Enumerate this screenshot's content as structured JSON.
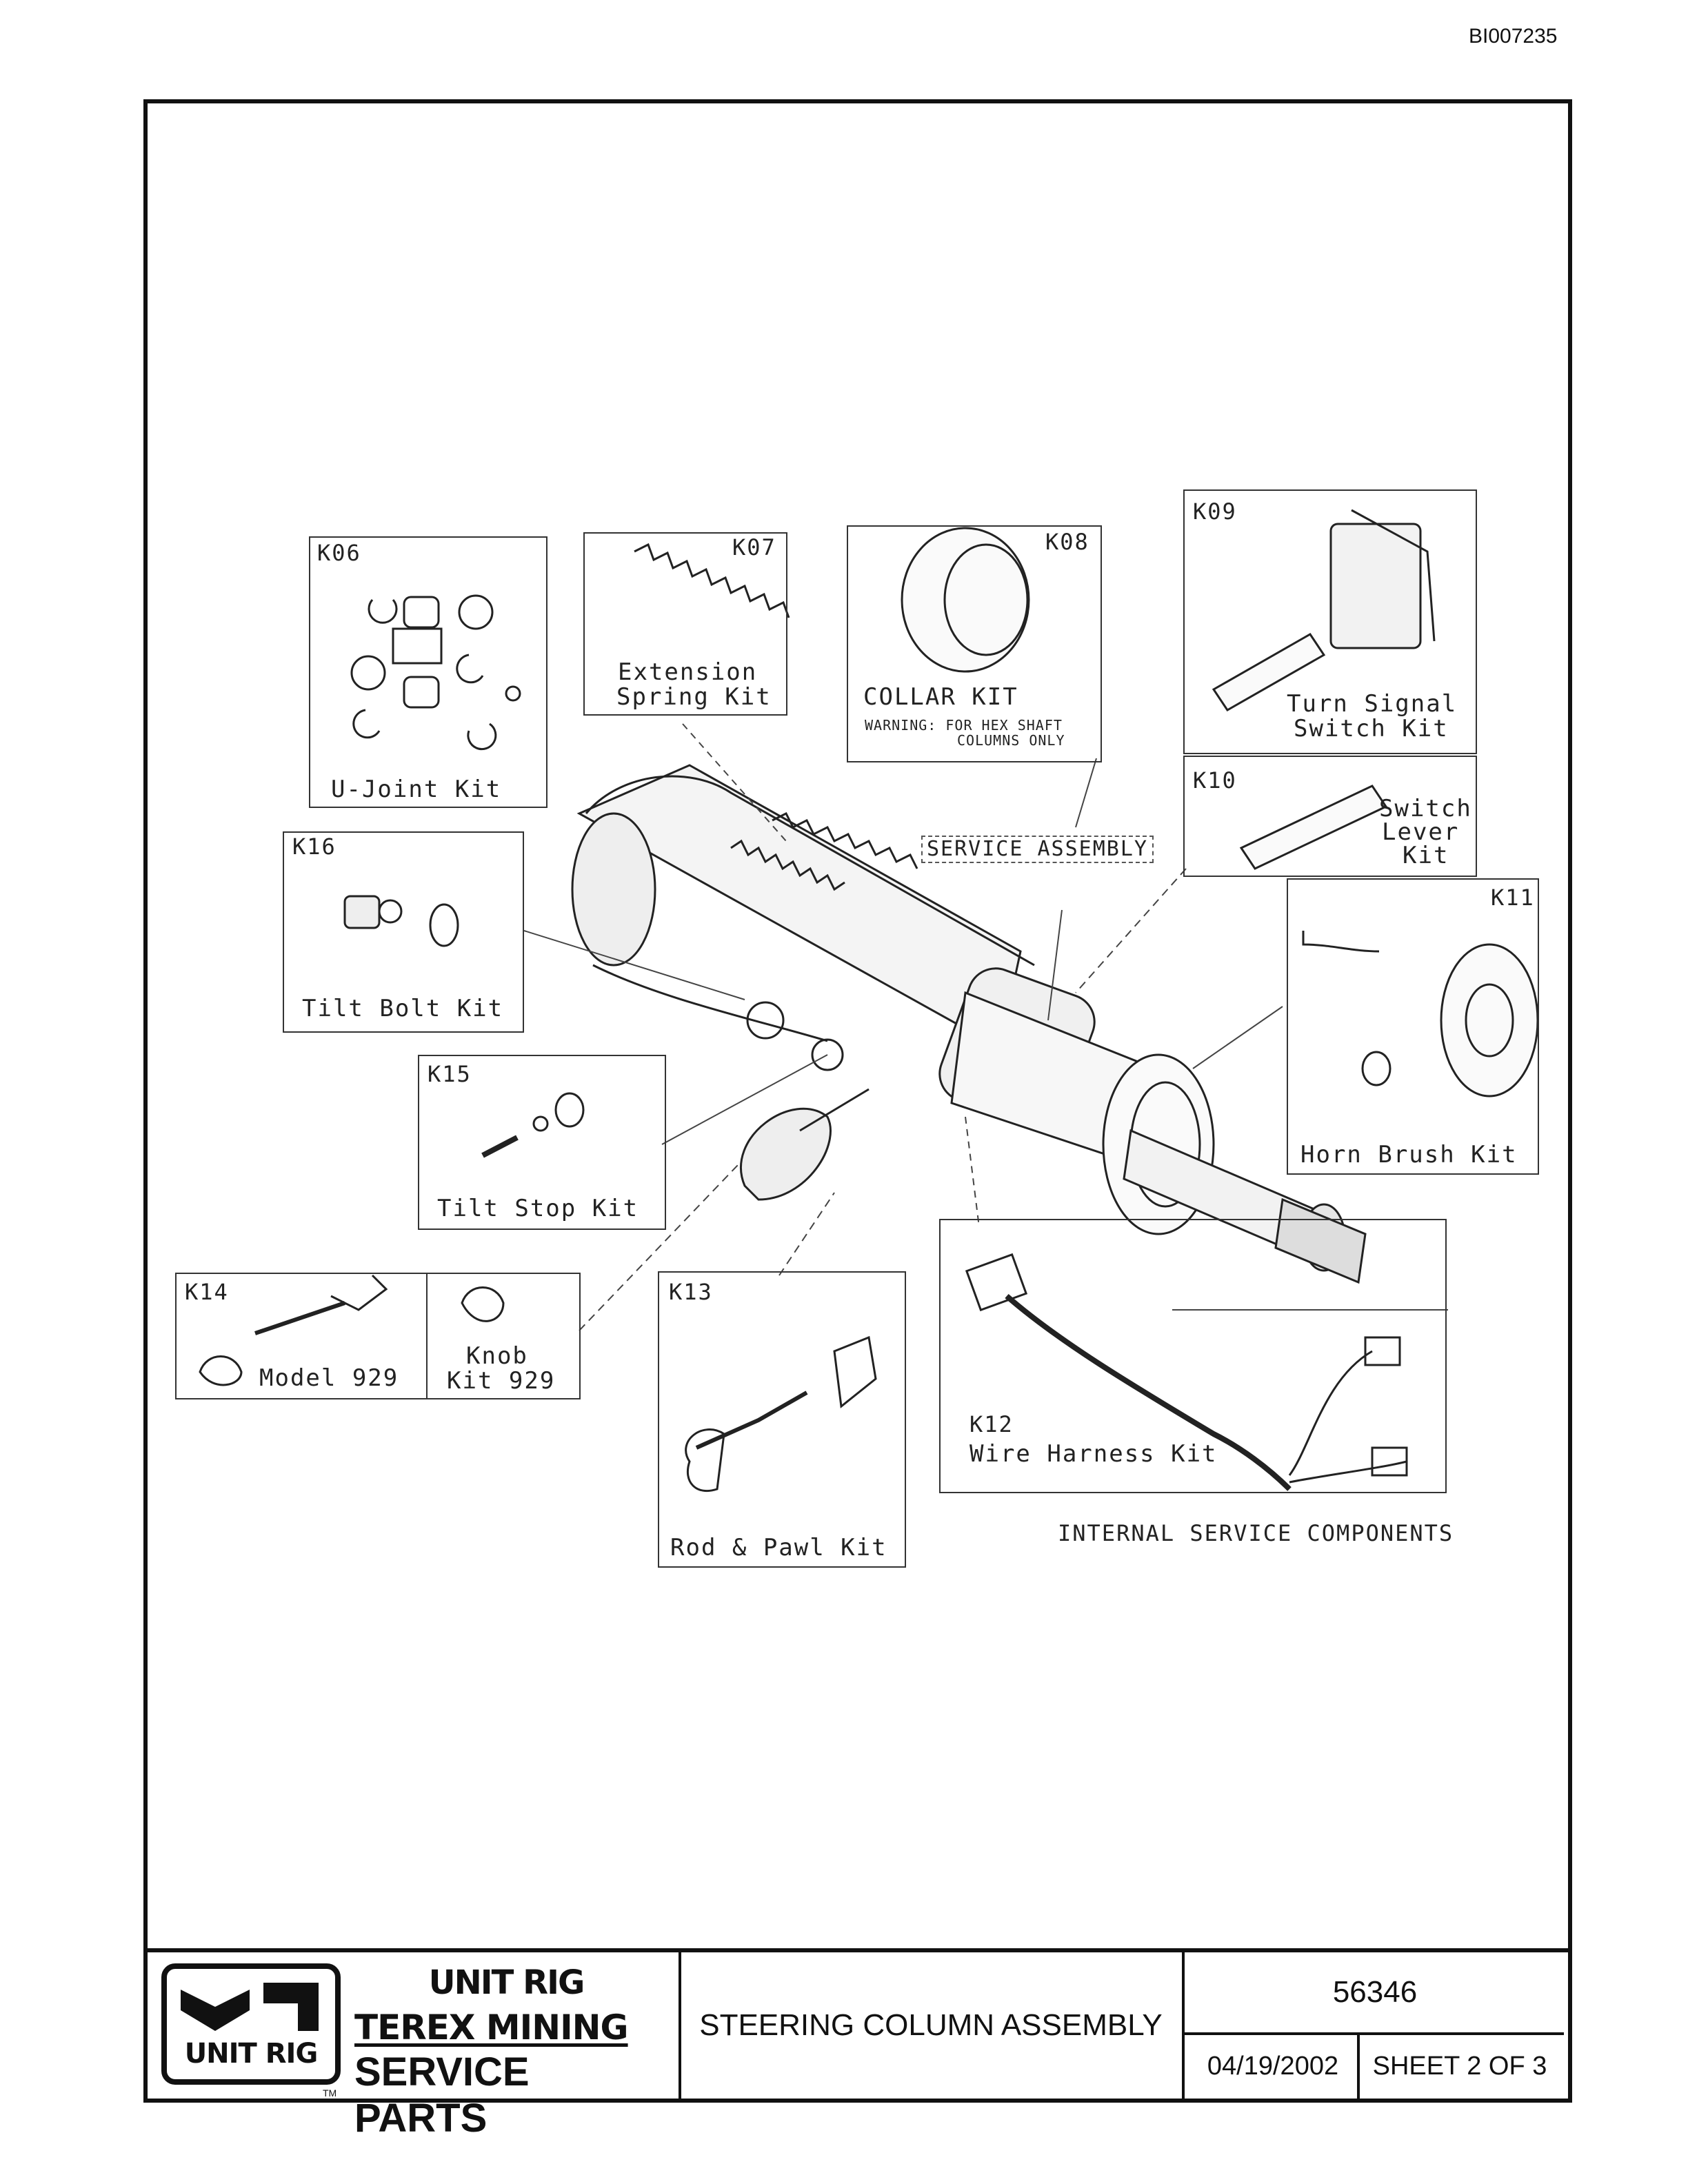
{
  "document_id": "BI007235",
  "kits": [
    {
      "code": "K06",
      "name": "U-Joint Kit"
    },
    {
      "code": "K07",
      "name_line1": "Extension",
      "name_line2": "Spring Kit"
    },
    {
      "code": "K08",
      "name": "COLLAR KIT",
      "warning_line1": "WARNING: FOR HEX SHAFT",
      "warning_line2": "COLUMNS ONLY"
    },
    {
      "code": "K09",
      "name_line1": "Turn Signal",
      "name_line2": "Switch Kit"
    },
    {
      "code": "K10",
      "name_line1": "Switch",
      "name_line2": "Lever",
      "name_line3": "Kit"
    },
    {
      "code": "K11",
      "name": "Horn Brush Kit"
    },
    {
      "code": "K16",
      "name": "Tilt Bolt Kit"
    },
    {
      "code": "K15",
      "name": "Tilt Stop Kit"
    },
    {
      "code": "K14",
      "name": "Model 929"
    },
    {
      "code": "",
      "name_line1": "Knob",
      "name_line2": "Kit 929"
    },
    {
      "code": "K13",
      "name": "Rod & Pawl Kit"
    },
    {
      "code": "K12",
      "name": "Wire Harness Kit"
    }
  ],
  "service_assembly_label": "SERVICE ASSEMBLY",
  "internal_components_label": "INTERNAL SERVICE COMPONENTS",
  "title_block": {
    "logo_text": "UNIT RIG",
    "brand_line1": "UNIT RIG",
    "brand_line2": "TEREX MINING",
    "brand_line3": "SERVICE PARTS",
    "trademark": "TM",
    "title": "STEERING COLUMN ASSEMBLY",
    "drawing_number": "56346",
    "date": "04/19/2002",
    "sheet": "SHEET 2 OF 3"
  }
}
